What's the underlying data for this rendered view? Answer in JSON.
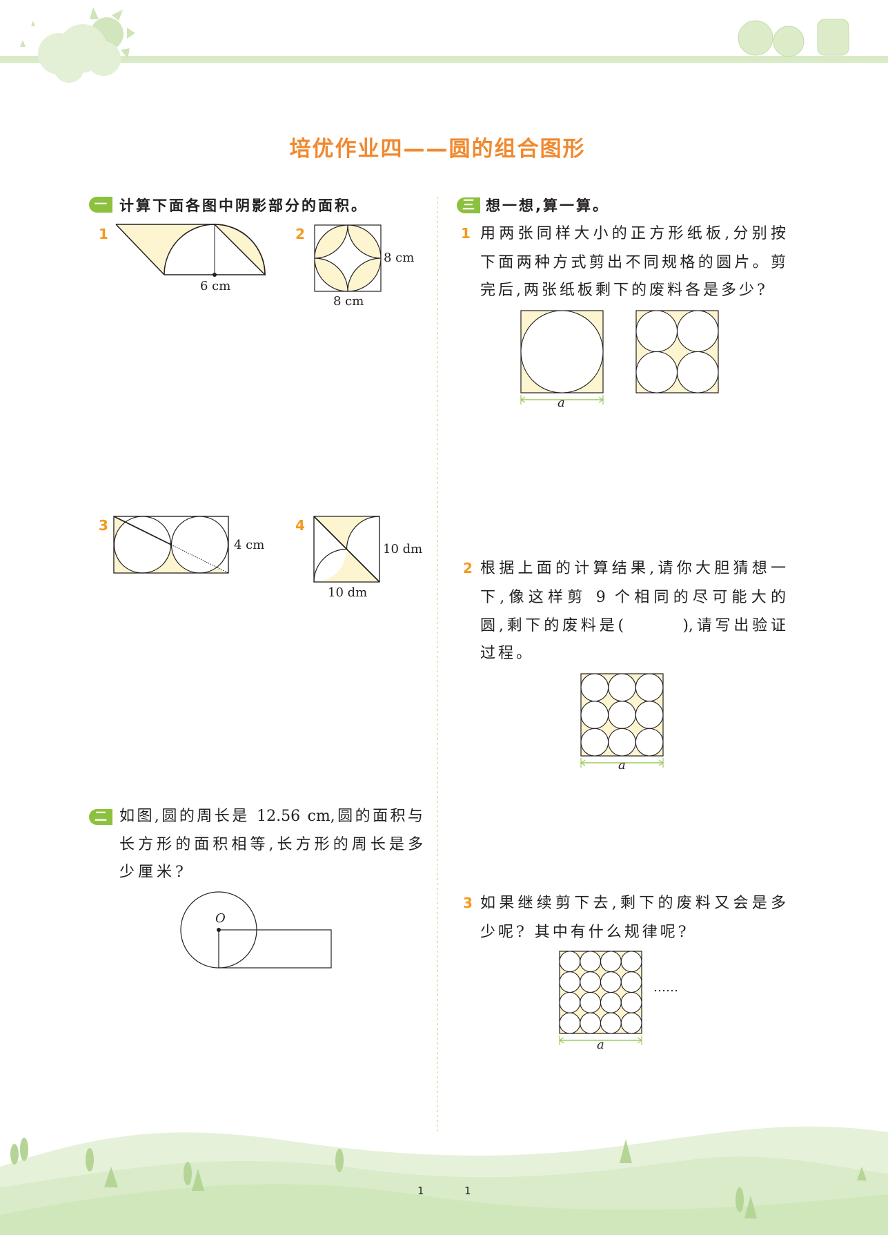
{
  "title": "培优作业四——圆的组合图形",
  "sections": {
    "one": {
      "badge": "一",
      "heading": "计算下面各图中阴影部分的面积。",
      "figures": [
        {
          "num": "1",
          "labels": [
            "6 cm"
          ]
        },
        {
          "num": "2",
          "labels": [
            "8 cm",
            "8 cm"
          ]
        },
        {
          "num": "3",
          "labels": [
            "4 cm"
          ]
        },
        {
          "num": "4",
          "labels": [
            "10 dm",
            "10 dm"
          ]
        }
      ]
    },
    "two": {
      "badge": "二",
      "lines": [
        "如图,圆的周长是 12.56 cm,圆的面积与",
        "长方形的面积相等,长方形的周长是多",
        "少厘米?"
      ],
      "center_label": "O"
    },
    "three": {
      "badge": "三",
      "heading": "想一想,算一算。",
      "questions": [
        {
          "num": "1",
          "lines": [
            "用两张同样大小的正方形纸板,分别按",
            "下面两种方式剪出不同规格的圆片。剪",
            "完后,两张纸板剩下的废料各是多少?"
          ],
          "side_label": "a"
        },
        {
          "num": "2",
          "lines": [
            "根据上面的计算结果,请你大胆猜想一",
            "下,像这样剪 9 个相同的尽可能大的",
            "圆,剩下的废料是(　　　),请写出验证",
            "过程。"
          ],
          "side_label": "a"
        },
        {
          "num": "3",
          "lines": [
            "如果继续剪下去,剩下的废料又会是多",
            "少呢? 其中有什么规律呢?"
          ],
          "side_label": "a",
          "ellipsis": "……"
        }
      ],
      "grids_per_side": [
        1,
        2,
        3,
        4
      ]
    }
  },
  "page_numbers": [
    "1",
    "1"
  ],
  "colors": {
    "shade": "#fdf4d0",
    "accent": "#f39a1e",
    "green": "#8cc13f",
    "dim": "#9ccb5c"
  }
}
